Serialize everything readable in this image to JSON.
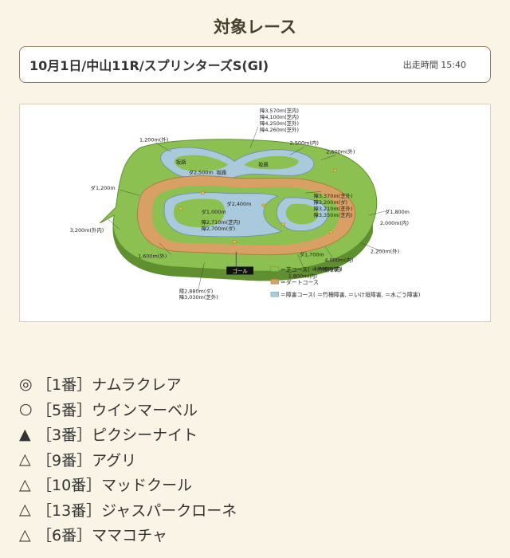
{
  "header": {
    "title": "対象レース"
  },
  "race": {
    "name": "10月1日/中山11R/スプリンターズS(GI)",
    "start_time": "出走時間 15:40"
  },
  "course_map": {
    "labels": {
      "d1200_out": "1,200m(外)",
      "obstacle_top": [
        "障3,570m(芝内)",
        "障4,100m(芝内)",
        "障4,250m(芝外)",
        "障4,260m(芝外)"
      ],
      "d2500_in": "2,500m(内)",
      "d2600_out": "2,600m(外)",
      "slope1": "坂路",
      "slope2": "坂路",
      "slope3": "坂路",
      "dirt2500": "ダ2,500m",
      "dirt1200": "ダ1,200m",
      "dirt2400": "ダ2,400m",
      "dirt1000": "ダ1,000m",
      "obs2710": "障2,710m(芝内)",
      "obs2700": "障2,700m(ダ)",
      "obstacle_right": [
        "障3,370m(芝外)",
        "障3,200m(ダ)",
        "障3,210m(芝外)",
        "障3,350m(芝内)"
      ],
      "dirt1800": "ダ1,800m",
      "d2000_in": "2,000m(内)",
      "d3200_inout": "3,200m(外内)",
      "d1600_out": "1,600m(外)",
      "d2200_out": "2,200m(外)",
      "d4000_in": "4,000m(内)",
      "d3600_in": "3,600m(内)",
      "d1800_in": "1,800m(内)",
      "dirt1700": "ダ1,700m",
      "goal": "ゴール",
      "obs_bottom": [
        "障2,880m(ダ)",
        "障3,030m(芝外)"
      ]
    },
    "legend": {
      "turf": "＝芝コース(  ＝竹柵障害)",
      "dirt": "＝ダートコース",
      "obstacle": "＝障害コース(  ＝竹柵障害,  ＝いけ垣障害,  ＝水ごう障害)"
    },
    "colors": {
      "turf": "#8cc152",
      "dirt": "#d9a066",
      "obstacle": "#a9c9dd"
    }
  },
  "picks": [
    {
      "mark": "◎",
      "text": "［1番］ナムラクレア"
    },
    {
      "mark": "○",
      "text": "［5番］ウインマーベル"
    },
    {
      "mark": "▲",
      "text": "［3番］ピクシーナイト"
    },
    {
      "mark": "△",
      "text": "［9番］アグリ"
    },
    {
      "mark": "△",
      "text": "［10番］マッドクール"
    },
    {
      "mark": "△",
      "text": "［13番］ジャスパークローネ"
    },
    {
      "mark": "△",
      "text": "［6番］ママコチャ"
    }
  ]
}
